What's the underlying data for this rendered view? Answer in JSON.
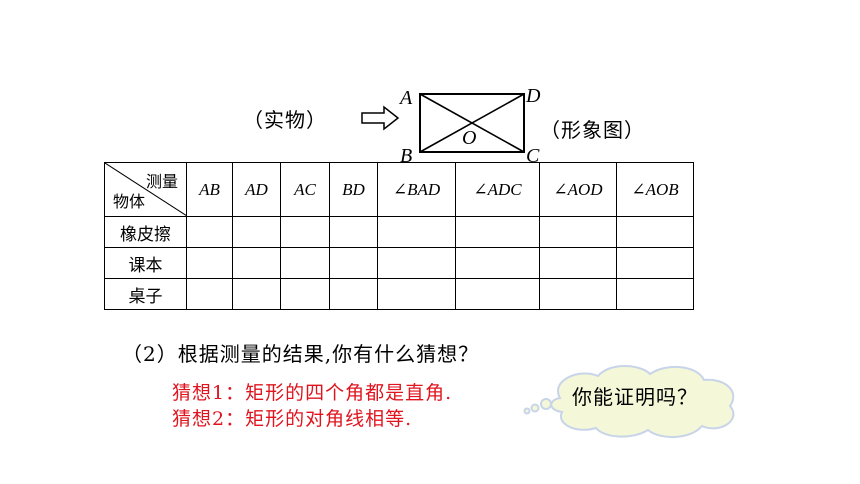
{
  "labels": {
    "real_object": "（实物）",
    "figure_image": "（形象图）"
  },
  "figure": {
    "vertex_a": "A",
    "vertex_b": "B",
    "vertex_c": "C",
    "vertex_d": "D",
    "center_o": "O"
  },
  "table": {
    "corner_top": "测量",
    "corner_bottom": "物体",
    "columns": [
      "AB",
      "AD",
      "AC",
      "BD",
      "∠BAD",
      "∠ADC",
      "∠AOD",
      "∠AOB"
    ],
    "rows": [
      "橡皮擦",
      "课本",
      "桌子"
    ]
  },
  "question": "（2）根据测量的结果,你有什么猜想？",
  "conjectures": [
    "猜想1：矩形的四个角都是直角.",
    "猜想2：矩形的对角线相等."
  ],
  "bubble": {
    "text": "你能证明吗？"
  },
  "colors": {
    "conjecture_text": "#e0141e",
    "bubble_fill": "#f4f8d8",
    "bubble_border": "#c8d4e8"
  }
}
